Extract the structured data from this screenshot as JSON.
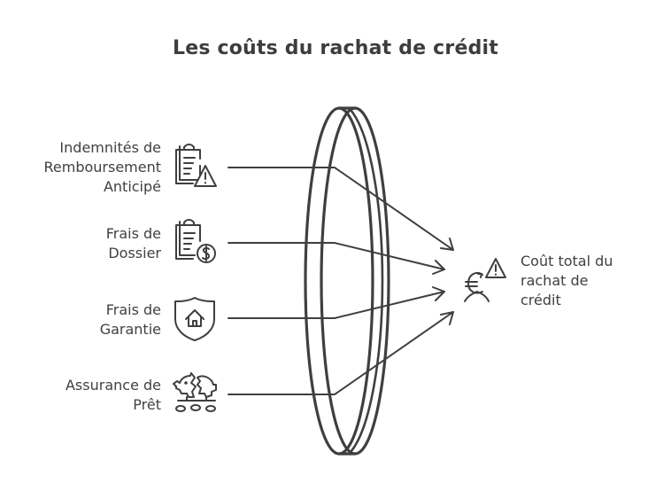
{
  "title": "Les coûts du rachat de crédit",
  "inputs": [
    {
      "label_lines": [
        "Indemnités de",
        "Remboursement",
        "Anticipé"
      ],
      "icon": "clipboard-warning-icon"
    },
    {
      "label_lines": [
        "Frais de",
        "Dossier"
      ],
      "icon": "clipboard-dollar-icon"
    },
    {
      "label_lines": [
        "Frais de",
        "Garantie"
      ],
      "icon": "shield-house-icon"
    },
    {
      "label_lines": [
        "Assurance de",
        "Prêt"
      ],
      "icon": "broken-piggy-bank-icon"
    }
  ],
  "output": {
    "label_lines": [
      "Coût total du",
      "rachat de",
      "crédit"
    ],
    "icon": "euro-warning-icon"
  },
  "center": {
    "shape": "lens",
    "icon": "lens-icon"
  },
  "colors": {
    "stroke": "#3f3f3f",
    "background": "#ffffff"
  }
}
